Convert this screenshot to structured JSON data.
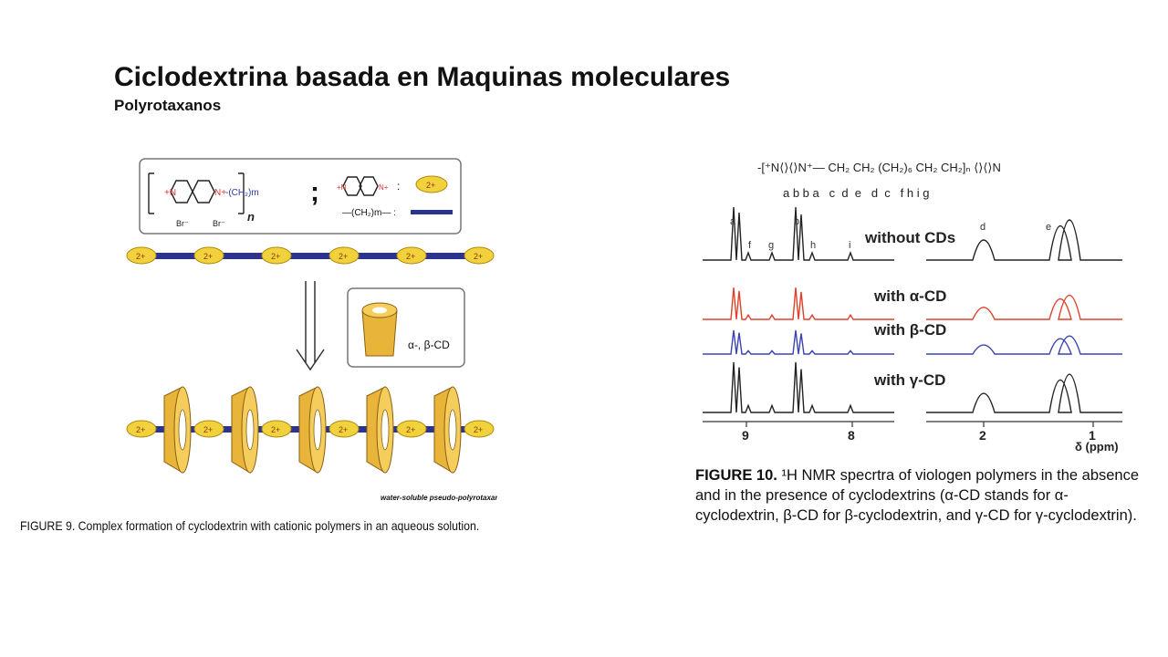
{
  "slide": {
    "title": "Ciclodextrina basada en Maquinas moleculares",
    "subtitle": "Polyrotaxanos"
  },
  "figure9": {
    "caption": "FIGURE 9.  Complex formation of cyclodextrin with cationic polymers in an aqueous solution.",
    "charge_label": "2+",
    "bead_count": 6,
    "cd_count": 5,
    "legend_spacer": "—(CH₂)m— :",
    "cd_label": "α-, β-CD",
    "product_label": "water-soluble pseudo-polyrotaxane",
    "formula_bracket_label": "n",
    "counterion": "Br⁻",
    "semicolon": ";"
  },
  "figure10": {
    "formula": "-[⁺N⟨⟩⟨⟩N⁺— CH₂ CH₂ (CH₂)₆ CH₂ CH₂]ₙ ⟨⟩⟨⟩N",
    "peak_letters": "a b b a   c  d  e   d  c   f h i g",
    "spectra": [
      {
        "name": "without CDs",
        "color": "#222222"
      },
      {
        "name": "with α-CD",
        "color": "#e0402a"
      },
      {
        "name": "with β-CD",
        "color": "#3b44b0"
      },
      {
        "name": "with γ-CD",
        "color": "#222222"
      }
    ],
    "peak_labels": [
      "a",
      "f",
      "g",
      "b",
      "h",
      "i",
      "d",
      "e"
    ],
    "axis_ticks": [
      "9",
      "8",
      "2",
      "1"
    ],
    "axis_unit": "δ (ppm)",
    "caption_label": "FIGURE 10.",
    "caption_text": "¹H NMR specrtra of viologen polymers in the absence and in the presence of cyclodextrins (α-CD stands for α-cyclodextrin, β-CD for β-cyclodextrin, and γ-CD for γ-cyclodextrin)."
  }
}
